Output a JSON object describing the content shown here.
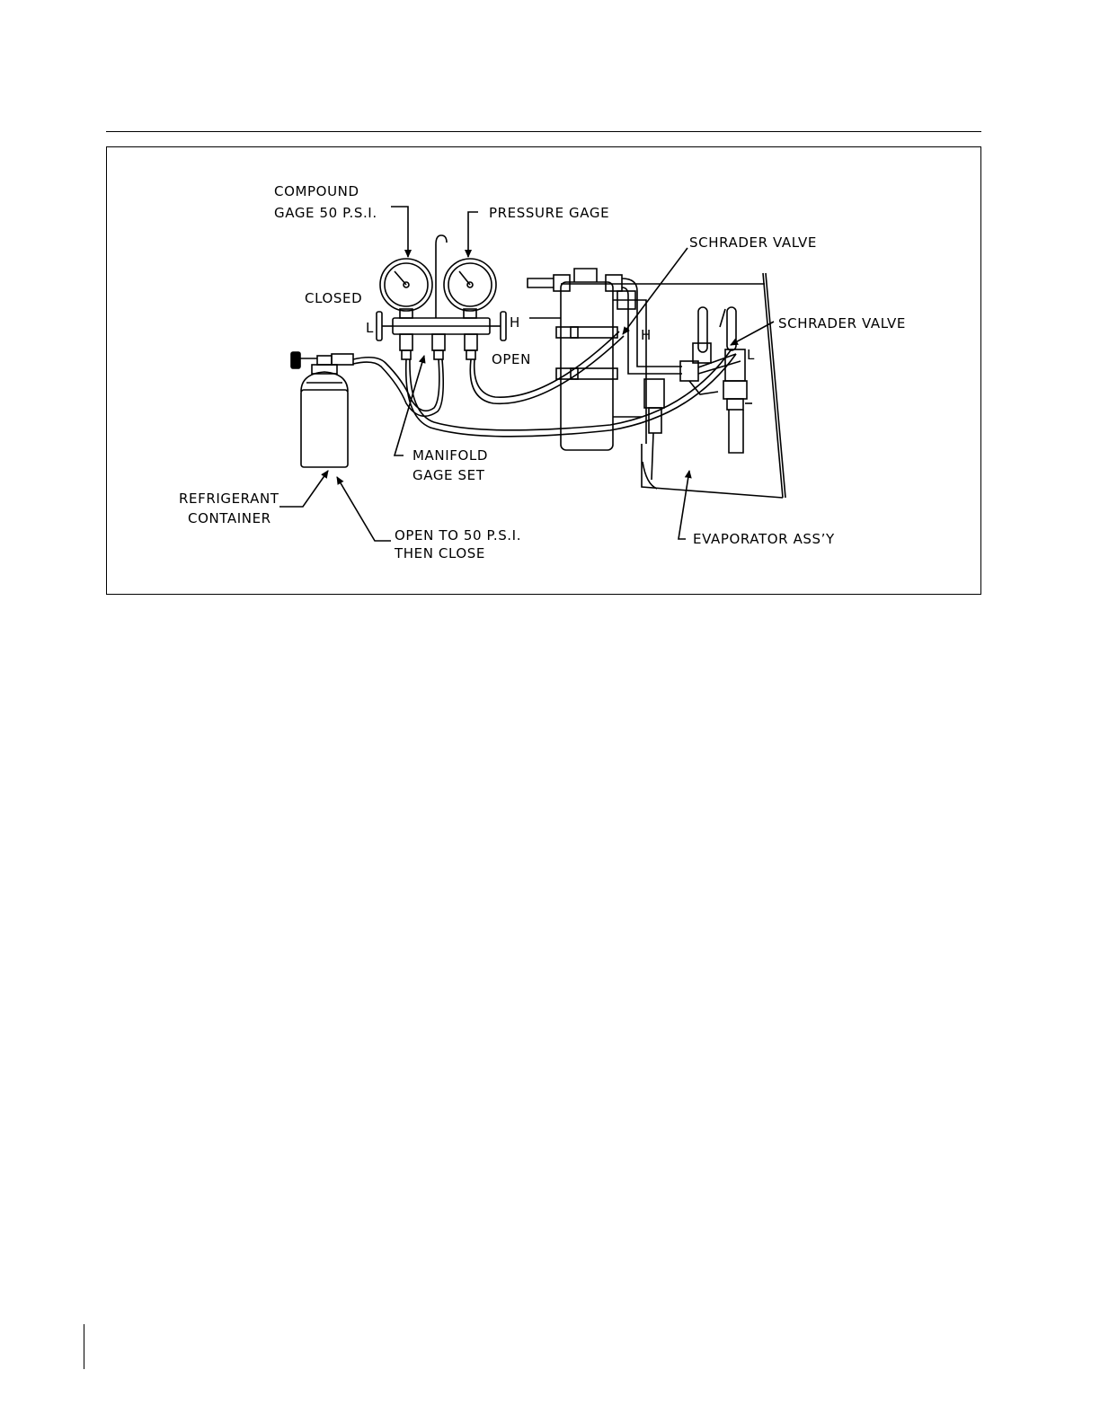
{
  "diagram": {
    "labels": {
      "compound_gage_line1": "COMPOUND",
      "compound_gage_line2": "GAGE 50 P.S.I.",
      "pressure_gage": "PRESSURE GAGE",
      "closed": "CLOSED",
      "low_L": "L",
      "high_H": "H",
      "open": "OPEN",
      "schrader_valve_high": "SCHRADER VALVE",
      "schrader_valve_low": "SCHRADER VALVE",
      "port_H": "H",
      "port_L": "L",
      "manifold_line1": "MANIFOLD",
      "manifold_line2": "GAGE SET",
      "refrigerant_line1": "REFRIGERANT",
      "refrigerant_line2": "CONTAINER",
      "open_to_line1": "OPEN TO 50 P.S.I.",
      "open_to_line2": "THEN CLOSE",
      "evaporator": "EVAPORATOR ASS’Y"
    }
  }
}
